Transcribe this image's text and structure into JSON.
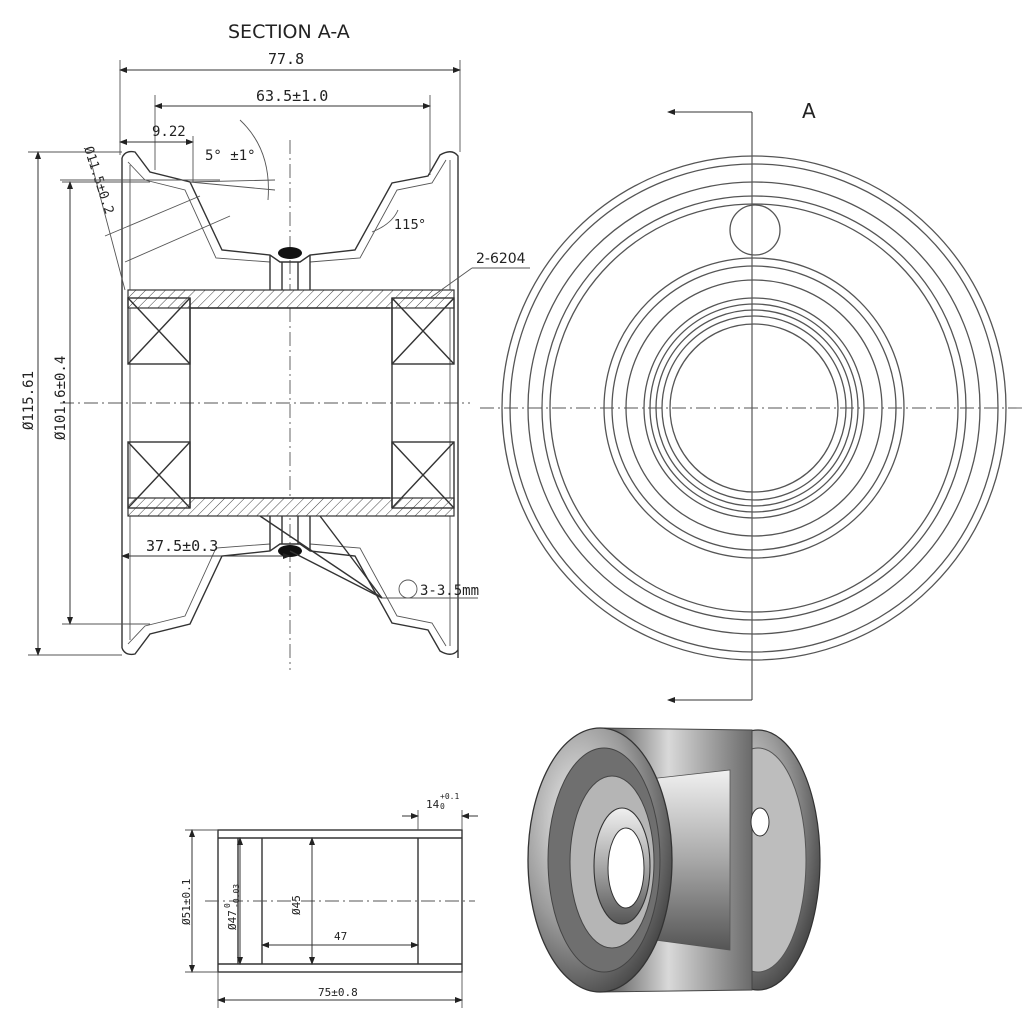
{
  "section_view": {
    "title": "SECTION A-A",
    "dims": {
      "overall_width": "77.8",
      "inner_width": "63.5±1.0",
      "flange_width": "9.22",
      "flange_angle": "5° ±1°",
      "bead_dia": "Ø11.5±0.2",
      "well_angle": "115°",
      "bearing": "2-6204",
      "outer_dia": "Ø115.61",
      "rim_dia": "Ø101.6±0.4",
      "offset": "37.5±0.3",
      "thickness": "3-3.5mm"
    }
  },
  "front_view": {
    "view_label": "A"
  },
  "spacer_view": {
    "overall_length": "75±0.8",
    "inner_length": "47",
    "outer_dia": "Ø51±0.1",
    "bore_dia": "Ø47",
    "bore_tol_upper": "0",
    "bore_tol_lower": "-0.03",
    "inner_dia": "Ø45",
    "step_length": "14",
    "step_tol_upper": "+0.1",
    "step_tol_lower": "0"
  },
  "iso_view": {
    "shading_color": "#8a8a8a",
    "highlight_color": "#e6e6e6"
  }
}
